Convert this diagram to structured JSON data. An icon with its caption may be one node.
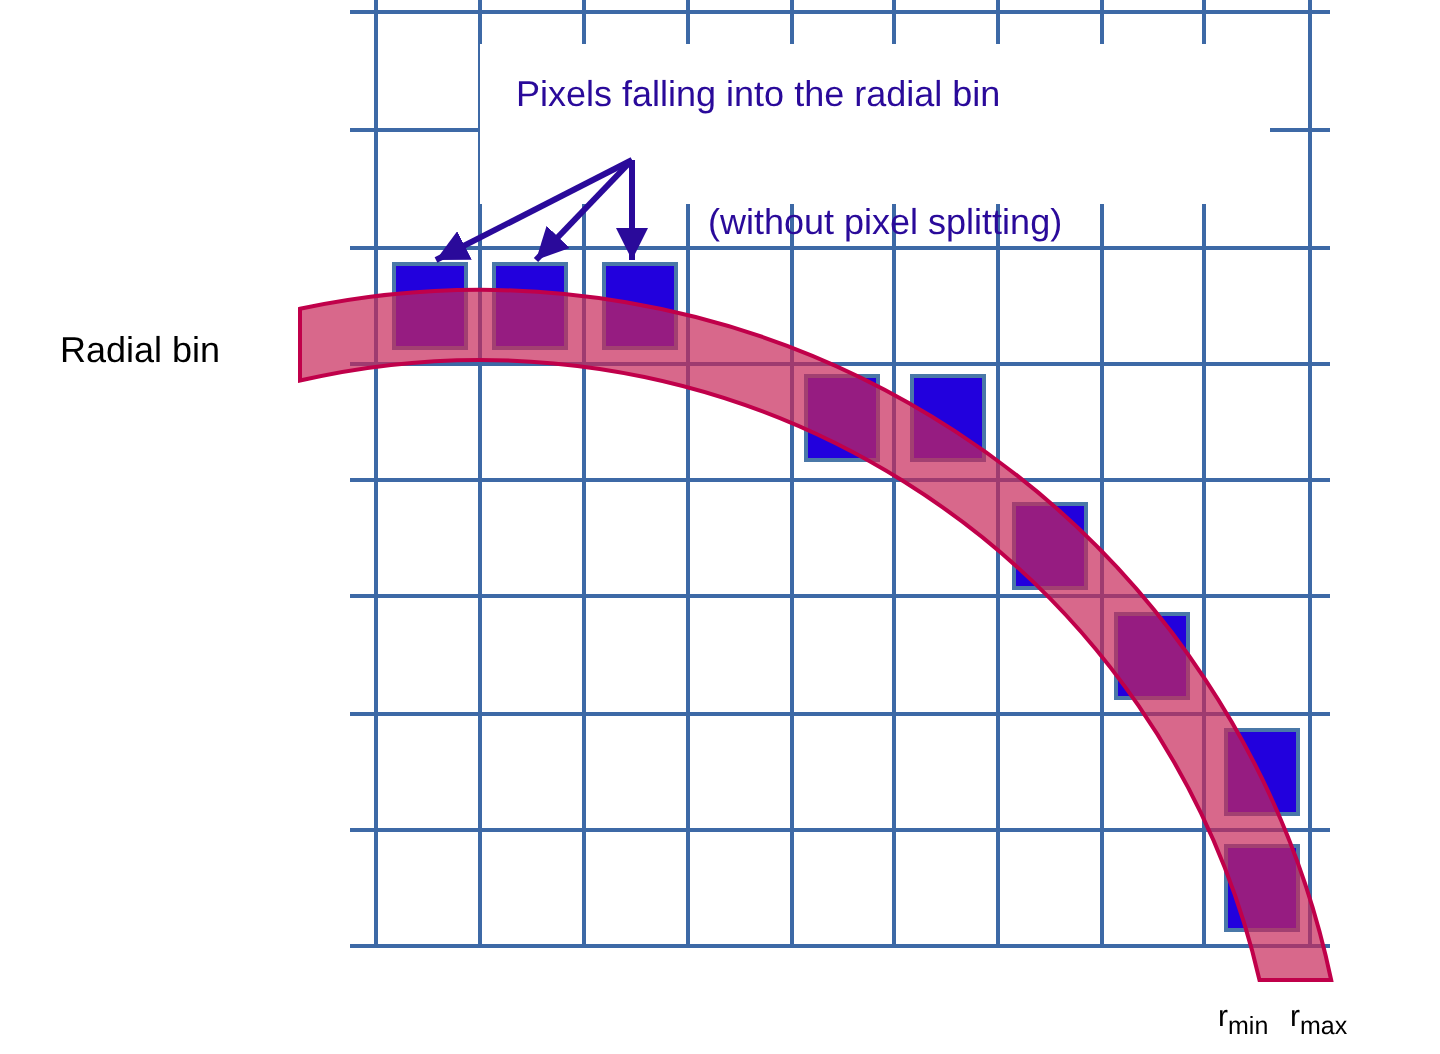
{
  "diagram": {
    "nodes": [
      {
        "text": [
          "Pixels falling into the radial bin"
        ]
      },
      {
        "text": [],
        "shape": "box"
      },
      {
        "text": [],
        "shape": "box"
      },
      {
        "text": [],
        "shape": "box"
      },
      {
        "text": [],
        "shape": "box"
      },
      {
        "text": [],
        "shape": "box"
      },
      {
        "text": [],
        "shape": "box"
      },
      {
        "text": [],
        "shape": "box"
      },
      {
        "text": [],
        "shape": "box"
      },
      {
        "text": [],
        "shape": "box"
      }
    ],
    "edges": [
      {
        "from": 0,
        "to": 1,
        "arrow": "to"
      },
      {
        "from": 0,
        "to": 2,
        "arrow": "to"
      },
      {
        "from": 0,
        "to": 3,
        "arrow": "to"
      }
    ],
    "labels": [
      "(without pixel splitting)",
      "Radial bin",
      "r$_{min}$",
      "r$_{max}$"
    ]
  }
}
